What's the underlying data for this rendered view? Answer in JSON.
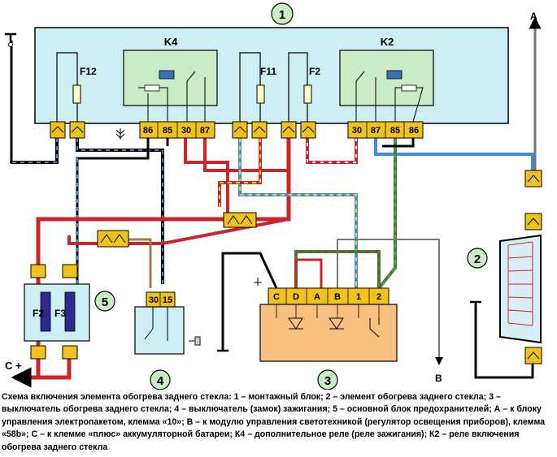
{
  "labels": {
    "mounting_block_num": "1",
    "heater_num": "2",
    "switch_num": "3",
    "ignition_num": "4",
    "fuse_block_num": "5",
    "relay_k4": "K4",
    "relay_k2": "K2",
    "fuse_f12": "F12",
    "fuse_f11": "F11",
    "fuse_f2": "F2",
    "fuse_block_f2": "F2",
    "fuse_block_f3": "F3",
    "arrow_a": "A",
    "arrow_b": "B",
    "battery": "C +"
  },
  "k4_pins": [
    "86",
    "85",
    "30",
    "87"
  ],
  "k2_pins": [
    "30",
    "87",
    "85",
    "86"
  ],
  "switch_pins": [
    "C",
    "D",
    "A",
    "B",
    "1",
    "2"
  ],
  "ignition_pins": [
    "30",
    "15"
  ],
  "caption": "Схема включения элемента обогрева заднего стекла: 1 – монтажный блок; 2 – элемент обогрева заднего стекла; 3 – выключатель обогрева заднего стекла; 4 – выключатель (замок) зажигания; 5 – основной блок предохранителей; А – к блоку управления электропакетом, клемма «10»; В – к модулю управления светотехникой (регулятор освещения приборов), клемма «58b»; С – к клемме «плюс» аккумуляторной батареи; К4 – дополнительное реле (реле зажигания); К2 – реле включения обогрева заднего стекла",
  "colors": {
    "block_fill": "#cdeef3",
    "relay_fill": "#c9ebc6",
    "switch_fill": "#f7c07e",
    "connector": "#f1c21b",
    "fuse_body": "#2b2b8f",
    "wire_red": "#c8262b",
    "wire_blue": "#3d8fd1",
    "wire_green": "#2d8a3a",
    "wire_brown": "#a07856",
    "wire_yellow": "#f0d020"
  }
}
